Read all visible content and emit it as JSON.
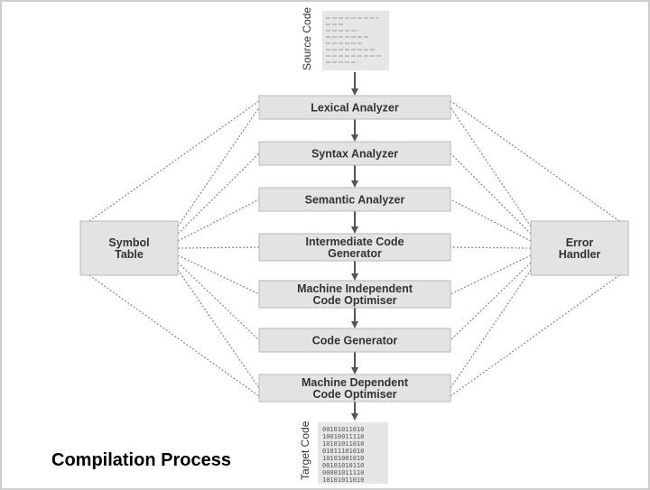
{
  "caption": "Compilation Process",
  "source_code_label": "Source Code",
  "target_code_label": "Target Code",
  "target_code_lines": [
    "00101011010",
    "10010011110",
    "10101011010",
    "01011101010",
    "10101001010",
    "00101010110",
    "00001011110",
    "10101011010"
  ],
  "phases": [
    {
      "id": "lexical",
      "lines": [
        "Lexical Analyzer"
      ]
    },
    {
      "id": "syntax",
      "lines": [
        "Syntax Analyzer"
      ]
    },
    {
      "id": "semantic",
      "lines": [
        "Semantic Analyzer"
      ]
    },
    {
      "id": "intermediate",
      "lines": [
        "Intermediate Code",
        "Generator"
      ]
    },
    {
      "id": "mi-optimiser",
      "lines": [
        "Machine Independent",
        "Code Optimiser"
      ]
    },
    {
      "id": "codegen",
      "lines": [
        "Code Generator"
      ]
    },
    {
      "id": "md-optimiser",
      "lines": [
        "Machine Dependent",
        "Code Optimiser"
      ]
    }
  ],
  "symbol_table": {
    "lines": [
      "Symbol",
      "Table"
    ]
  },
  "error_handler": {
    "lines": [
      "Error",
      "Handler"
    ]
  },
  "colors": {
    "box_fill": "#e3e3e3",
    "box_stroke": "#b8b8b8",
    "arrow": "#555555",
    "dotted": "#888888",
    "text": "#333333"
  }
}
